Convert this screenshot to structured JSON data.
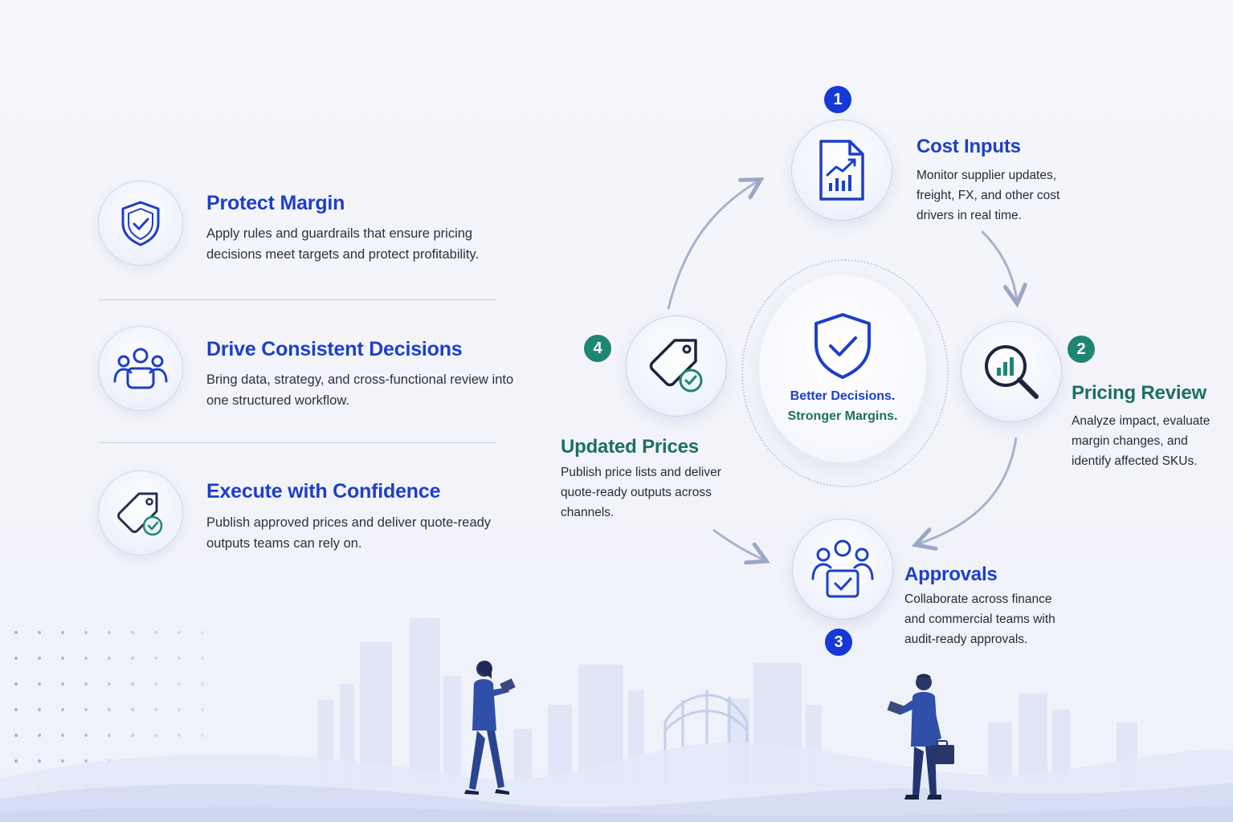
{
  "features": [
    {
      "title": "Protect Margin",
      "desc": "Apply rules and guardrails that ensure pricing decisions meet targets and protect profitability.",
      "icon": "shield-check-icon"
    },
    {
      "title": "Drive Consistent Decisions",
      "desc": "Bring data, strategy, and cross-functional review into one structured workflow.",
      "icon": "team-icon"
    },
    {
      "title": "Execute with Confidence",
      "desc": "Publish approved prices and deliver quote-ready outputs teams can rely on.",
      "icon": "price-tag-check-icon"
    }
  ],
  "cycle": {
    "center": {
      "line1": "Better Decisions.",
      "line2": "Stronger Margins.",
      "icon": "shield-check-icon"
    },
    "steps": [
      {
        "number": "1",
        "title": "Cost Inputs",
        "desc": "Monitor supplier updates, freight, FX, and other cost drivers in real time.",
        "icon": "document-chart-icon"
      },
      {
        "number": "2",
        "title": "Pricing Review",
        "desc": "Analyze impact, evaluate margin changes, and identify affected SKUs.",
        "icon": "magnifier-chart-icon"
      },
      {
        "number": "3",
        "title": "Approvals",
        "desc": "Collaborate across finance and commercial teams with audit-ready approvals.",
        "icon": "team-approval-icon"
      },
      {
        "number": "4",
        "title": "Updated Prices",
        "desc": "Publish price lists and deliver quote-ready outputs across channels.",
        "icon": "price-tag-check-icon"
      }
    ]
  },
  "colors": {
    "primary_blue": "#1d3fc8",
    "teal": "#1d6f63",
    "badge_blue": "#1538d6",
    "badge_teal": "#1f8673"
  }
}
